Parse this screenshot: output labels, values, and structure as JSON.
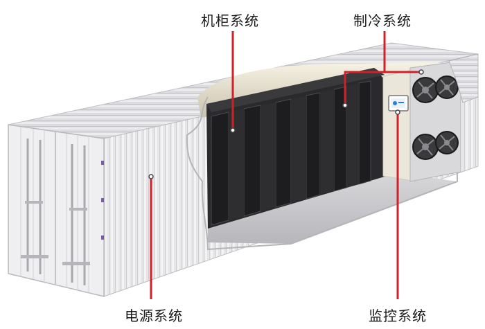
{
  "labels": {
    "cabinet": "机柜系统",
    "cooling": "制冷系统",
    "power": "电源系统",
    "monitor": "监控系统"
  },
  "colors": {
    "leader_line": "#d0202a",
    "container_shell": "#e7e7e9",
    "rack": "#2a2a2c",
    "floor": "#c9c9cc",
    "interior_wall": "#eae6dc",
    "screen_accent": "#2a7fd4"
  },
  "icons": {
    "fan": "fan-icon",
    "monitor_screen": "monitor-screen-icon"
  }
}
